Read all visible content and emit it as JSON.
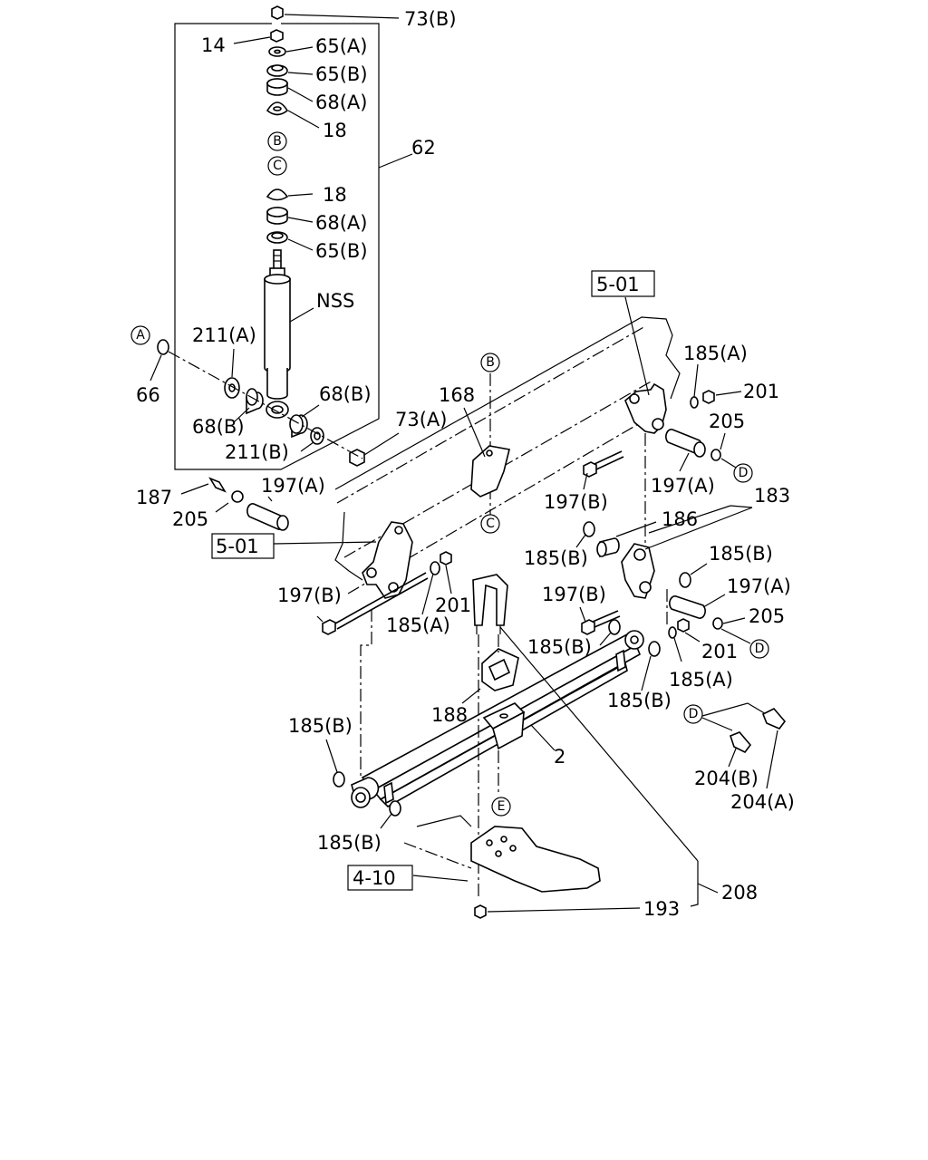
{
  "labels": {
    "l73b_top": "73(B)",
    "l14": "14",
    "l65a": "65(A)",
    "l65b_1": "65(B)",
    "l68a_1": "68(A)",
    "l18_1": "18",
    "l62": "62",
    "l18_2": "18",
    "l68a_2": "68(A)",
    "l65b_2": "65(B)",
    "lnss": "NSS",
    "l211a": "211(A)",
    "l66": "66",
    "l68b_1": "68(B)",
    "l68b_2": "68(B)",
    "l211b": "211(B)",
    "l73a": "73(A)",
    "l168": "168",
    "l501_right": "5-01",
    "l185a_1": "185(A)",
    "l201_1": "201",
    "l205_1": "205",
    "l197a_1": "197(A)",
    "l197b_1": "197(B)",
    "l183": "183",
    "l186": "186",
    "l185b_1": "185(B)",
    "l185b_2": "185(B)",
    "l187": "187",
    "l197a_2": "197(A)",
    "l205_2": "205",
    "l501_left": "5-01",
    "l197b_2": "197(B)",
    "l185a_2": "185(A)",
    "l201_2": "201",
    "l197b_3": "197(B)",
    "l197a_3": "197(A)",
    "l205_3": "205",
    "l185b_3": "185(B)",
    "l201_3": "201",
    "l185a_3": "185(A)",
    "l185b_4": "185(B)",
    "l185b_5": "185(B)",
    "l188": "188",
    "l2": "2",
    "l204b": "204(B)",
    "l204a": "204(A)",
    "l185b_6": "185(B)",
    "l410": "4-10",
    "l208": "208",
    "l193": "193"
  },
  "markers": {
    "a1": "A",
    "b1": "B",
    "c1": "C",
    "b2": "B",
    "c2": "C",
    "d1": "D",
    "d2": "D",
    "d3": "D",
    "e1": "E"
  }
}
